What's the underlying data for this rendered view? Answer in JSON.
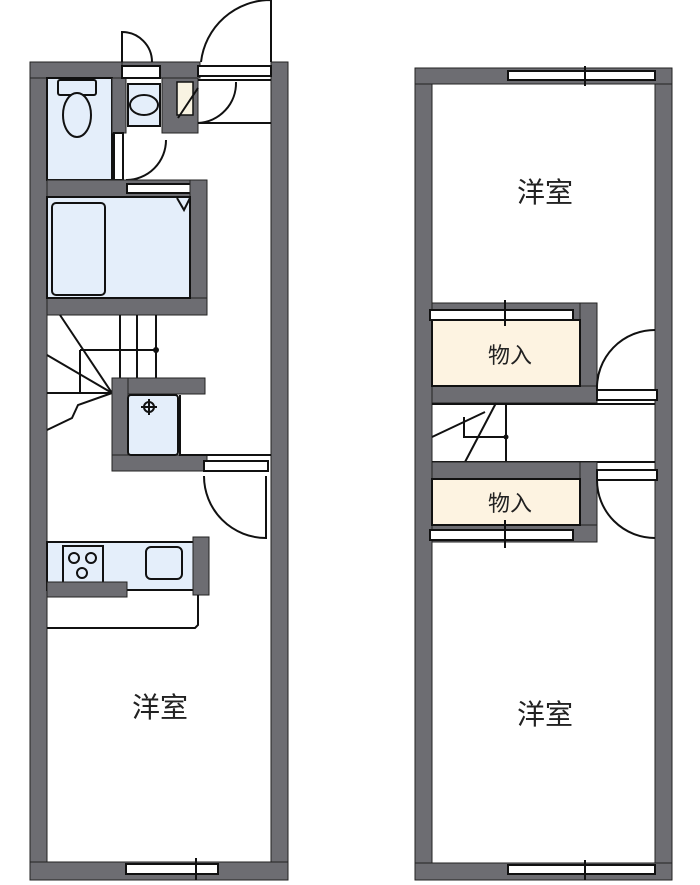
{
  "floor1": {
    "room_label": "洋室"
  },
  "floor2": {
    "upper_room_label": "洋室",
    "lower_room_label": "洋室",
    "storage_upper_label": "物入",
    "storage_lower_label": "物入"
  },
  "colors": {
    "wall": "#6d6d72",
    "wet_area": "#e4eefa",
    "storage": "#fdf3e1"
  }
}
